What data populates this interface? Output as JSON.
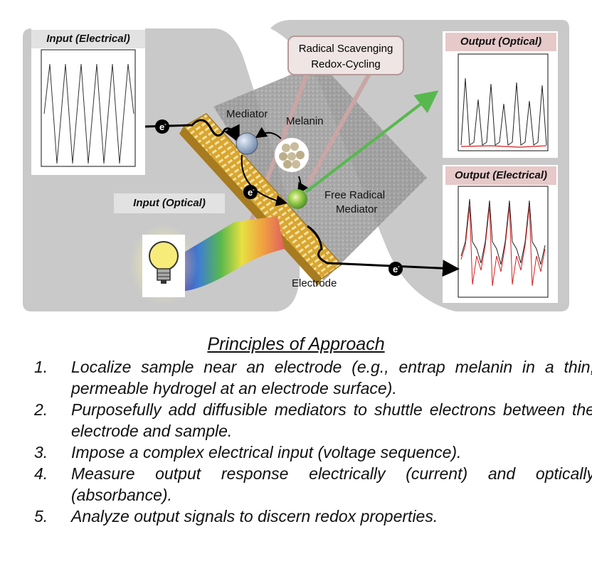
{
  "diagram": {
    "input_electrical_label": "Input (Electrical)",
    "input_optical_label": "Input (Optical)",
    "output_optical_label": "Output (Optical)",
    "output_electrical_label": "Output (Electrical)",
    "callout_line1": "Radical Scavenging",
    "callout_line2": "Redox-Cycling",
    "mediator_label": "Mediator",
    "melanin_label": "Melanin",
    "free_radical_line1": "Free Radical",
    "free_radical_line2": "Mediator",
    "electrode_label": "Electrode",
    "electron_symbol": "e",
    "electron_charge": "-",
    "colors": {
      "header_bg": "#e2e2e2",
      "output_header_bg": "#e6c9c9",
      "electrode": "#d9a532",
      "arrow_green": "#58b84f",
      "trace_red": "#d42020",
      "mediator_blue": "#7e95b3",
      "radical_green": "#7bc043"
    },
    "icons": [
      "light-bulb-icon",
      "electron-icon",
      "arrow-icon"
    ]
  },
  "principles": {
    "title": "Principles of Approach",
    "items": [
      {
        "num": "1.",
        "text": "Localize sample near an electrode (e.g., entrap melanin in a thin, permeable hydrogel at an electrode surface)."
      },
      {
        "num": "2.",
        "text": "Purposefully add diffusible mediators to shuttle electrons between the electrode and sample."
      },
      {
        "num": "3.",
        "text": "Impose a complex electrical input (voltage sequence)."
      },
      {
        "num": "4.",
        "text": "Measure output response electrically (current) and optically (absorbance)."
      },
      {
        "num": "5.",
        "text": "Analyze output signals to discern redox properties."
      }
    ]
  }
}
